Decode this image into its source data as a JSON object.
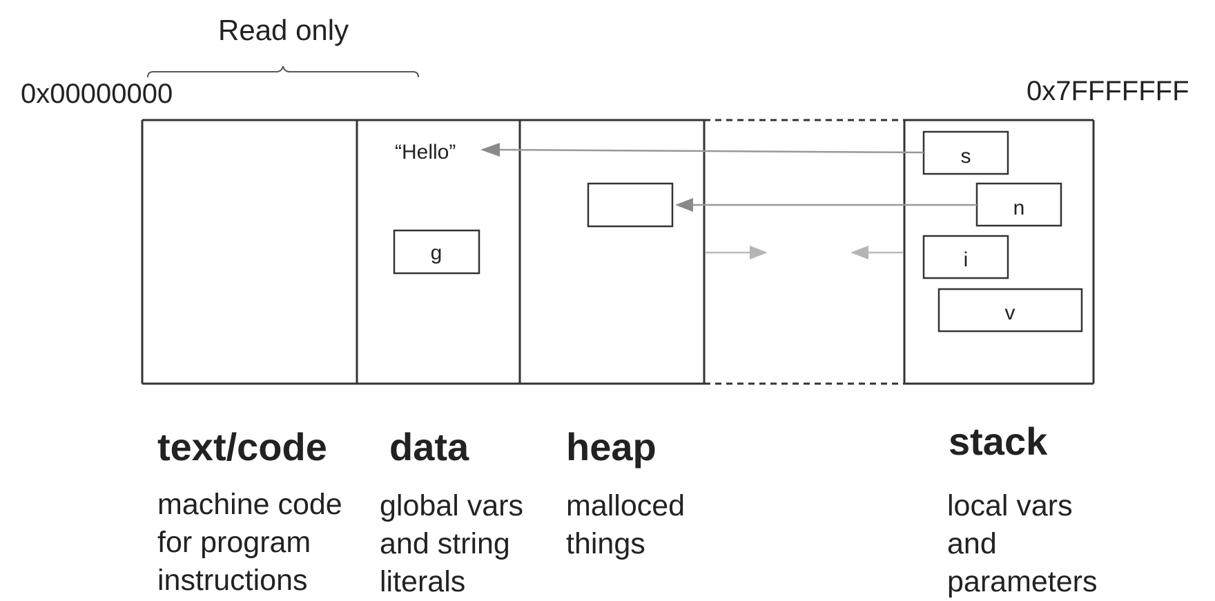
{
  "brace_label": "Read only",
  "address_start": "0x00000000",
  "address_end": "0x7FFFFFFF",
  "strings": {
    "hello": "“Hello”"
  },
  "variables": {
    "g": "g",
    "s": "s",
    "n": "n",
    "i": "i",
    "v": "v"
  },
  "segments": [
    {
      "id": "text",
      "title": "text/code",
      "desc": [
        "machine code",
        "for program",
        "instructions"
      ]
    },
    {
      "id": "data",
      "title": "data",
      "desc": [
        "global vars",
        "and string",
        "literals"
      ]
    },
    {
      "id": "heap",
      "title": "heap",
      "desc": [
        "malloced",
        "things"
      ]
    },
    {
      "id": "stack",
      "title": "stack",
      "desc": [
        "local vars",
        "and",
        "parameters"
      ]
    }
  ]
}
